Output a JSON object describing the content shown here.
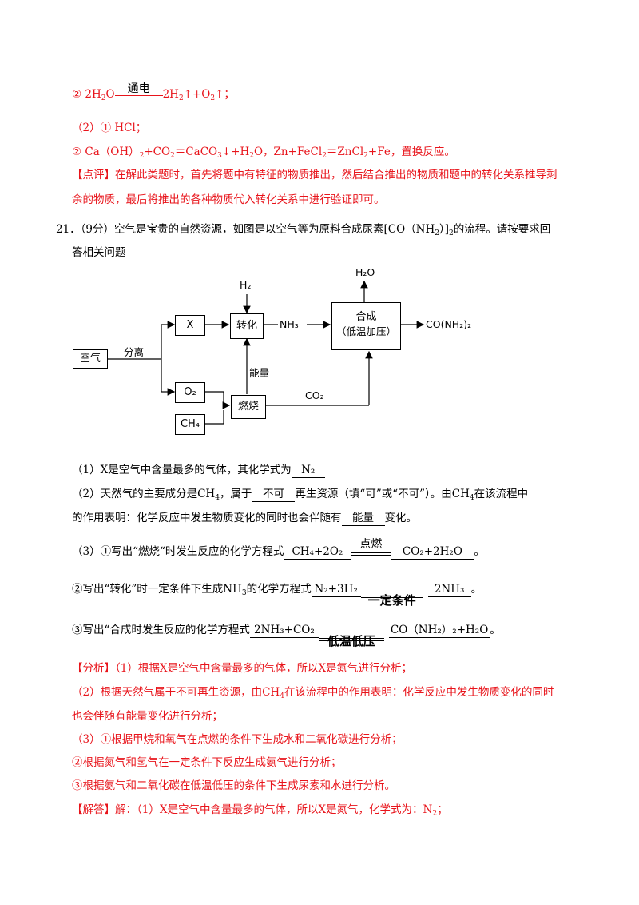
{
  "lines": {
    "eq_electrolysis_pre": "② 2H",
    "eq_electrolysis_post": "O",
    "eq_electrolysis_cond": "通电",
    "eq_electrolysis_right": "2H",
    "eq_electrolysis_right2": "↑+O",
    "eq_electrolysis_right3": "↑；",
    "q2_1": "（2）① HCl；",
    "q2_2a": "② Ca（OH）",
    "q2_2b": "+CO",
    "q2_2c": "＝CaCO",
    "q2_2d": "↓+H",
    "q2_2e": "O，Zn+FeCl",
    "q2_2f": "＝ZnCl",
    "q2_2g": "+Fe，置换反应。",
    "review_1": "【点评】在解此类题时，首先将题中有特征的物质推出，然后结合推出的物质和题中的转化关系推导剩",
    "review_2": "余的物质，最后将推出的各种物质代入转化关系中进行验证即可。",
    "q21_1": "21．（9分）空气是宝贵的自然资源，如图是以空气等为原料合成尿素[CO（NH",
    "q21_1b": "）]",
    "q21_1c": "的流程。请按要求回",
    "q21_2": "答相关问题",
    "a1_pre": "（1）X是空气中含量最多的气体，其化学式为",
    "a1_ans": "N₂",
    "a2_pre": "（2）天然气的主要成分是CH",
    "a2_mid": "，属于",
    "a2_ans": "不可",
    "a2_post": "再生资源（填“可”或“不可”）。由CH",
    "a2_post2": "在该流程中",
    "a2b_pre": "的作用表明：化学反应中发生物质变化的同时也会伴随有",
    "a2b_ans": "能量",
    "a2b_post": "变化。",
    "a3_pre": "（3）①写出“燃烧“时发生反应的化学方程式",
    "a3_left": "CH₄+2O₂",
    "a3_cond": "点燃",
    "a3_right": "CO₂+2H₂O",
    "a3_end": "。",
    "a4_pre": "②写出“转化”时一定条件下生成NH",
    "a4_pre2": "的化学方程式",
    "a4_left": "N₂+3H₂",
    "a4_cond": "一定条件",
    "a4_right": "2NH₃",
    "a4_end": "。",
    "a5_pre": "③写出“合成时发生反应的化学方程式",
    "a5_left": "2NH₃+CO₂",
    "a5_cond": "低温低压",
    "a5_right": "CO（NH₂）₂+H₂O",
    "a5_end": "。",
    "an_1": "【分析】（1）根据X是空气中含量最多的气体，所以X是氮气进行分析；",
    "an_2": "（2）根据天然气属于不可再生资源，由CH",
    "an_2b": "在该流程中的作用表明：化学反应中发生物质变化的同时",
    "an_3": "也会伴随有能量变化进行分析；",
    "an_4": "（3）①根据甲烷和氧气在点燃的条件下生成水和二氧化碳进行分析；",
    "an_5": "②根据氮气和氢气在一定条件下反应生成氨气进行分析；",
    "an_6": "③根据氨气和二氧化碳在低温低压的条件下生成尿素和水进行分析。",
    "sol_1a": "【解答】解：（1）X是空气中含量最多的气体，所以X是氮气，化学式为：N",
    "sol_1b": "；",
    "sub2": "2",
    "sub4": "4",
    "sub3": "3"
  },
  "diagram": {
    "air": "空气",
    "separate": "分离",
    "x": "X",
    "o2": "O₂",
    "ch4": "CH₄",
    "h2": "H₂",
    "convert": "转化",
    "energy": "能量",
    "burn": "燃烧",
    "co2": "CO₂",
    "nh3": "NH₃",
    "synth1": "合成",
    "synth2": "（低温加压）",
    "h2o": "H₂O",
    "urea": "CO(NH₂)₂"
  },
  "colors": {
    "red": "#e8141b"
  }
}
